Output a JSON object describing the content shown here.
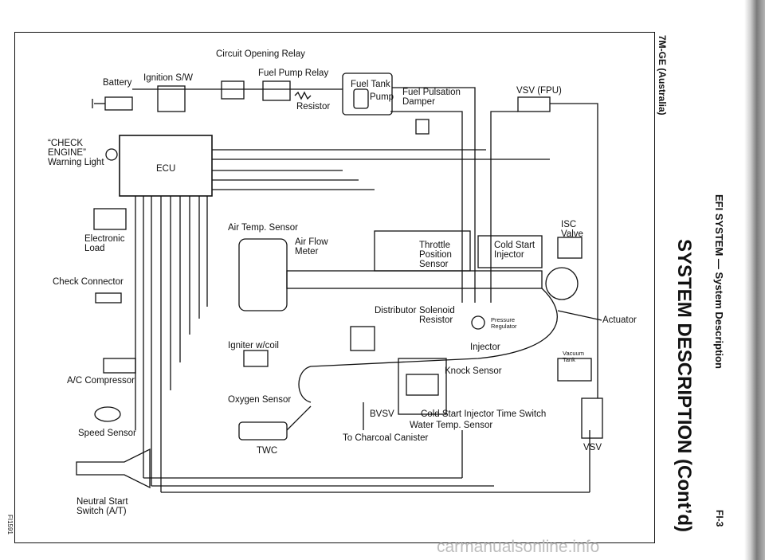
{
  "page": {
    "model": "7M-GE (Australia)",
    "section": "EFI SYSTEM — System Description",
    "title": "SYSTEM DESCRIPTION (Cont’d)",
    "number": "FI-3",
    "figure_code": "FI1591",
    "watermark": "carmanualsonline.info"
  },
  "labels": {
    "circuit_opening_relay": "Circuit Opening Relay",
    "battery": "Battery",
    "ignition_sw": "Ignition S/W",
    "fuel_pump_relay": "Fuel Pump Relay",
    "resistor": "Resistor",
    "fuel_tank": "Fuel Tank",
    "pump": "Pump",
    "fuel_pulsation_damper": "Fuel Pulsation Damper",
    "vsv_fpu": "VSV (FPU)",
    "check_engine_warning_light": "“CHECK ENGINE” Warning Light",
    "ecu": "ECU",
    "air_temp_sensor": "Air Temp. Sensor",
    "air_flow_meter": "Air Flow Meter",
    "electronic_load": "Electronic Load",
    "throttle_position_sensor": "Throttle Position Sensor",
    "cold_start_injector": "Cold Start Injector",
    "isc_valve": "ISC Valve",
    "check_connector": "Check Connector",
    "distributor": "Distributor",
    "solenoid_resistor": "Solenoid Resistor",
    "pressure_regulator": "Pressure Regulator",
    "actuator": "Actuator",
    "igniter_w_coil": "Igniter w/coil",
    "injector": "Injector",
    "vacuum_tank": "Vacuum Tank",
    "knock_sensor": "Knock Sensor",
    "ac_compressor": "A/C Compressor",
    "oxygen_sensor": "Oxygen Sensor",
    "bvsv": "BVSV",
    "cold_start_injector_time_switch": "Cold Start Injector Time Switch",
    "water_temp_sensor": "Water Temp. Sensor",
    "speed_sensor": "Speed Sensor",
    "to_charcoal_canister": "To Charcoal Canister",
    "vsv": "VSV",
    "twc": "TWC",
    "neutral_start_switch": "Neutral Start Switch (A/T)"
  }
}
